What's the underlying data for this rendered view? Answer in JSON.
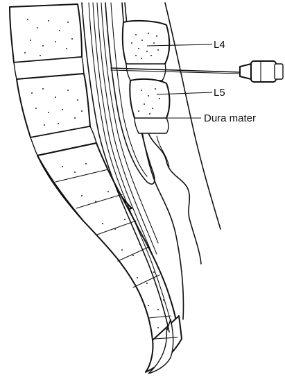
{
  "labels": {
    "l4": "L4",
    "l5": "L5",
    "dura": "Dura mater"
  },
  "colors": {
    "ink": "#111111",
    "background": "#ffffff"
  }
}
